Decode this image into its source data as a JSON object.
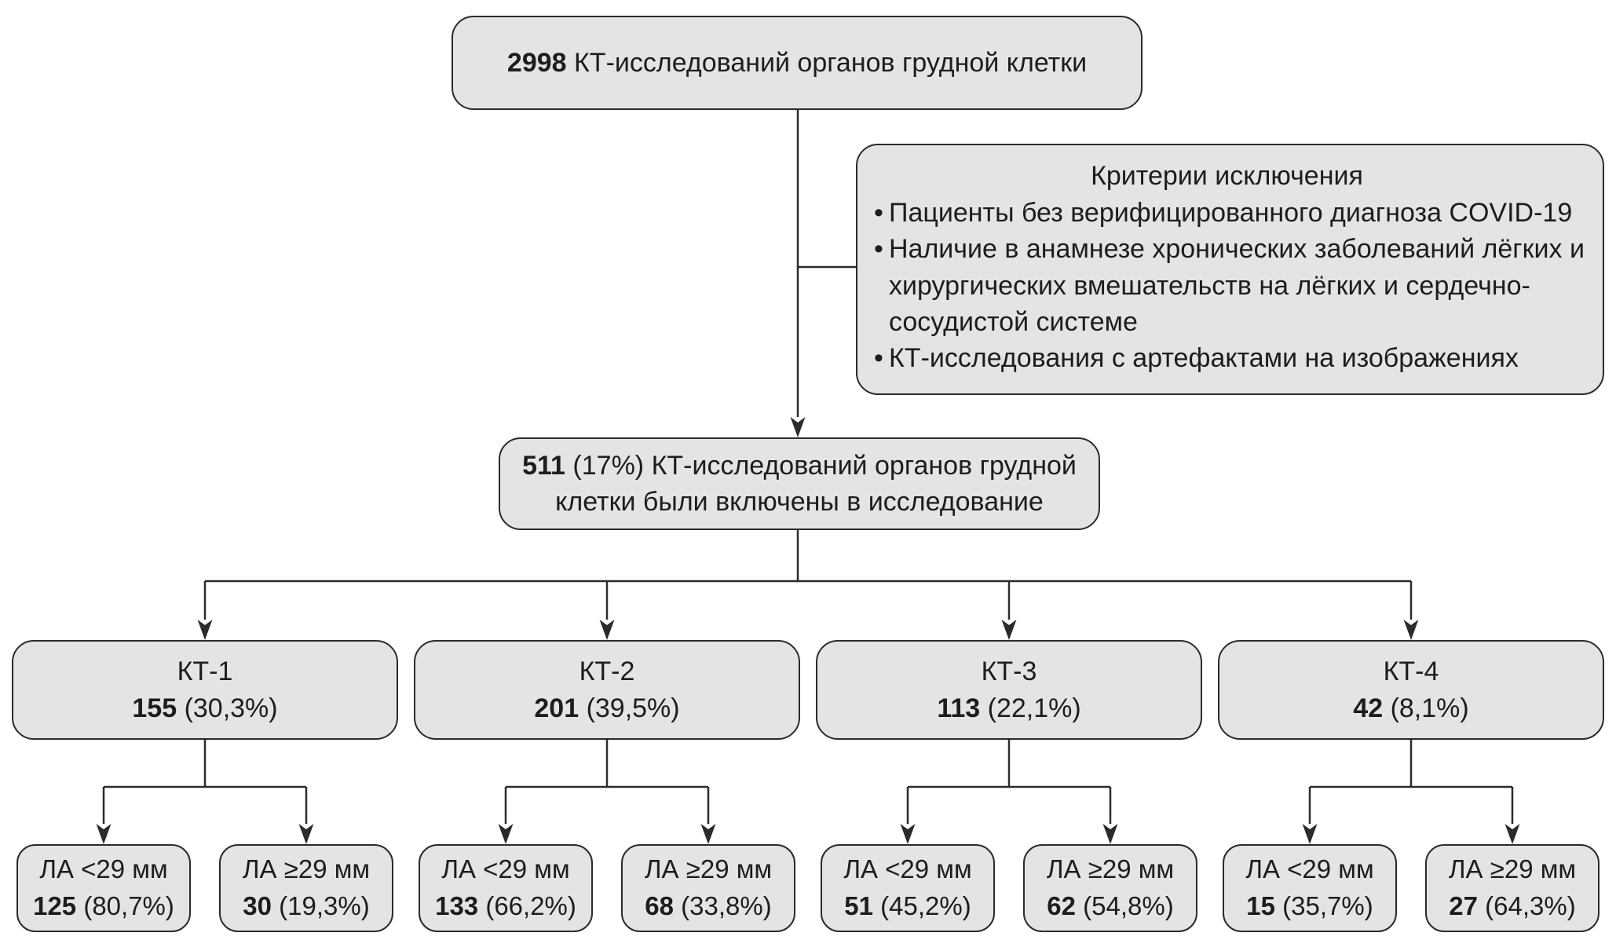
{
  "flowchart": {
    "colors": {
      "box_fill": "#e4e4e4",
      "box_border": "#2b2b2b",
      "text": "#1d1d1d",
      "background": "#ffffff"
    },
    "top_box": {
      "count": "2998",
      "label": "КТ-исследований органов грудной клетки"
    },
    "exclusion_box": {
      "title": "Критерии исключения",
      "bullet_marker": "•",
      "bullets": [
        "Пациенты без верифицированного диагноза COVID-19",
        "Наличие в анамнезе хронических заболеваний лёгких и хирургических вмешательств на лёгких и сердечно-сосудистой системе",
        "КТ-исследования с артефактами на изображениях"
      ]
    },
    "included_box": {
      "count": "511",
      "label": "(17%) КТ-исследований органов грудной клетки были включены в исследование"
    },
    "groups": [
      {
        "title": "КТ-1",
        "count": "155",
        "percent": "(30,3%)",
        "children": [
          {
            "label": "ЛА <29 мм",
            "count": "125",
            "percent": "(80,7%)"
          },
          {
            "label": "ЛА ≥29 мм",
            "count": "30",
            "percent": "(19,3%)"
          }
        ]
      },
      {
        "title": "КТ-2",
        "count": "201",
        "percent": "(39,5%)",
        "children": [
          {
            "label": "ЛА <29 мм",
            "count": "133",
            "percent": "(66,2%)"
          },
          {
            "label": "ЛА ≥29 мм",
            "count": "68",
            "percent": "(33,8%)"
          }
        ]
      },
      {
        "title": "КТ-3",
        "count": "113",
        "percent": "(22,1%)",
        "children": [
          {
            "label": "ЛА <29 мм",
            "count": "51",
            "percent": "(45,2%)"
          },
          {
            "label": "ЛА ≥29 мм",
            "count": "62",
            "percent": "(54,8%)"
          }
        ]
      },
      {
        "title": "КТ-4",
        "count": "42",
        "percent": "(8,1%)",
        "children": [
          {
            "label": "ЛА <29 мм",
            "count": "15",
            "percent": "(35,7%)"
          },
          {
            "label": "ЛА ≥29 мм",
            "count": "27",
            "percent": "(64,3%)"
          }
        ]
      }
    ]
  }
}
